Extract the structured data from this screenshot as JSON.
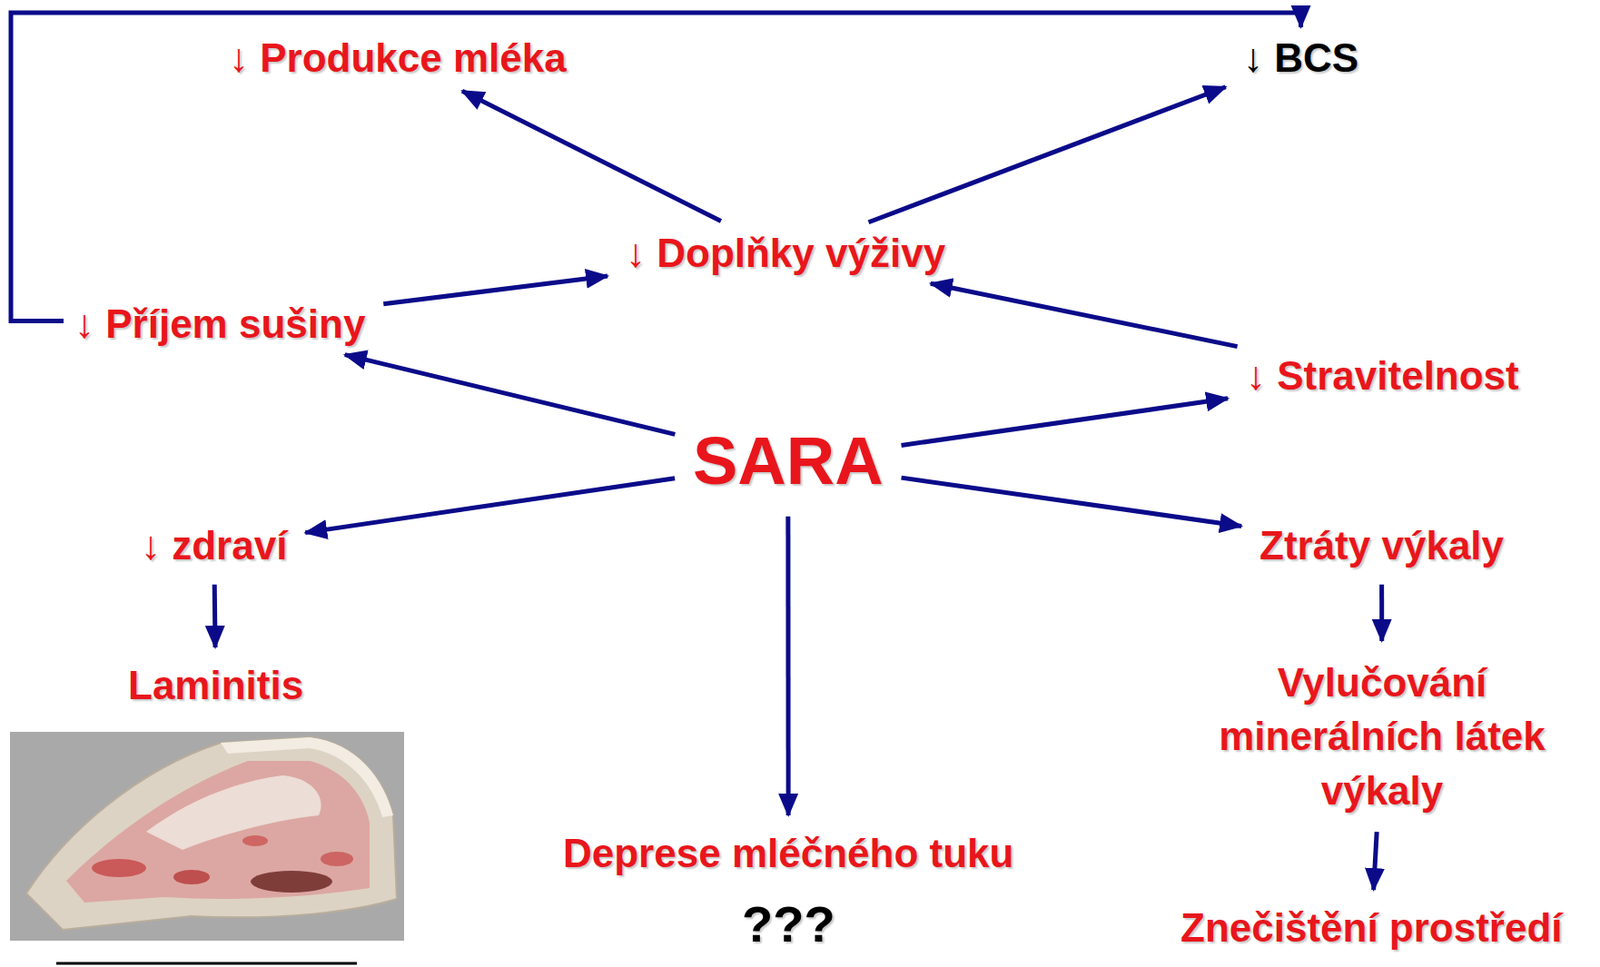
{
  "diagram": {
    "nodes": [
      {
        "text": [
          "↓ Produkce mléka"
        ]
      },
      {
        "text": [
          "↓ BCS"
        ]
      },
      {
        "text": [
          "↓ Doplňky výživy"
        ]
      },
      {
        "text": [
          "↓ Příjem sušiny"
        ]
      },
      {
        "text": [
          "↓ Stravitelnost"
        ]
      },
      {
        "text": [
          "SARA"
        ]
      },
      {
        "text": [
          "↓ zdraví"
        ]
      },
      {
        "text": [
          "Ztráty výkaly"
        ]
      },
      {
        "text": [
          "Laminitis"
        ]
      },
      {
        "text": [
          "Vylučování minerálních látek výkaly"
        ]
      },
      {
        "text": [
          "Deprese mléčného tuku"
        ]
      },
      {
        "text": [
          "Znečištění prostředí"
        ]
      }
    ],
    "edges": [
      {
        "from": 2,
        "to": 0,
        "arrow": "to"
      },
      {
        "from": 2,
        "to": 1,
        "arrow": "to"
      },
      {
        "from": 3,
        "to": 2,
        "arrow": "to"
      },
      {
        "from": 4,
        "to": 2,
        "arrow": "to"
      },
      {
        "from": 5,
        "to": 3,
        "arrow": "to"
      },
      {
        "from": 5,
        "to": 4,
        "arrow": "to"
      },
      {
        "from": 5,
        "to": 6,
        "arrow": "to"
      },
      {
        "from": 5,
        "to": 7,
        "arrow": "to"
      },
      {
        "from": 5,
        "to": 10,
        "arrow": "to"
      },
      {
        "from": 6,
        "to": 8,
        "arrow": "to"
      },
      {
        "from": 7,
        "to": 9,
        "arrow": "to"
      },
      {
        "from": 9,
        "to": 11,
        "arrow": "to"
      },
      {
        "from": 3,
        "to": 1,
        "arrow": "to"
      }
    ],
    "labels": [
      "???"
    ]
  }
}
